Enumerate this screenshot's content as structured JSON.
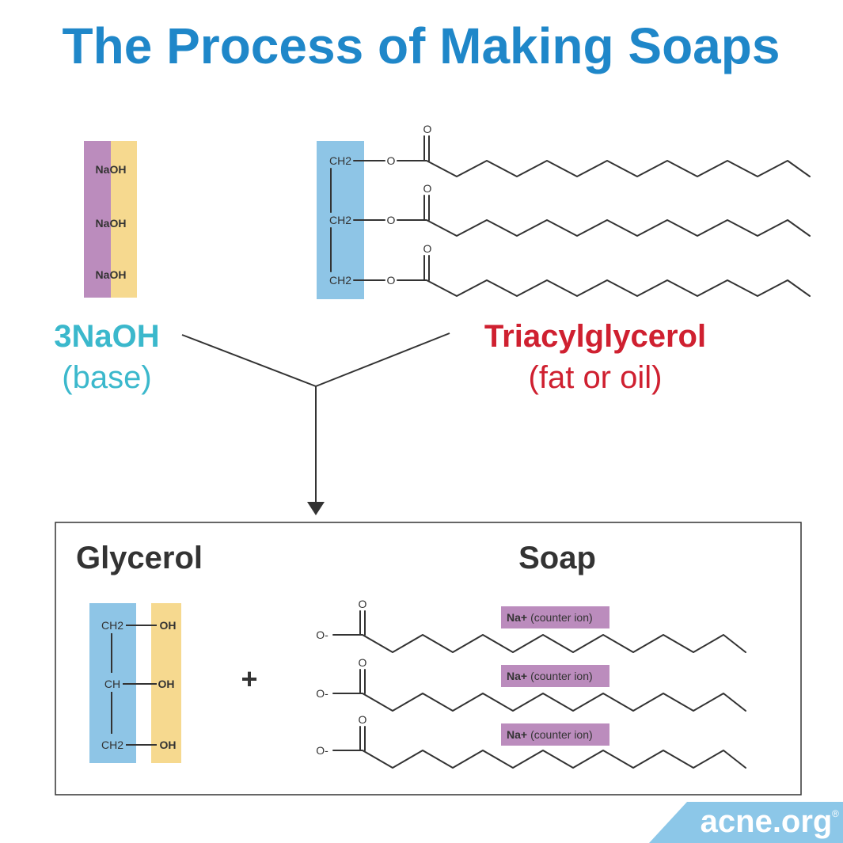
{
  "title": "The Process of Making Soaps",
  "colors": {
    "title_blue": "#1f87c9",
    "base_cyan": "#3bb8cc",
    "fat_red": "#cf2030",
    "glycerol_blue": "#8ec5e6",
    "hydroxyl_yellow": "#f6d98f",
    "sodium_purple": "#bb8cbd",
    "ink": "#333333",
    "logo_blue": "#8cc7e8"
  },
  "reactants": {
    "base": {
      "formula": "3NaOH",
      "caption": "(base)",
      "units": [
        "NaOH",
        "NaOH",
        "NaOH"
      ]
    },
    "fat": {
      "name": "Triacylglycerol",
      "caption": "(fat or oil)",
      "backbone": [
        "CH2",
        "CH2",
        "CH2"
      ],
      "ester_oxygen": "O",
      "carbonyl_oxygen": "O"
    }
  },
  "products": {
    "glycerol": {
      "heading": "Glycerol",
      "backbone": [
        "CH2",
        "CH",
        "CH2"
      ],
      "hydroxyl": [
        "OH",
        "OH",
        "OH"
      ]
    },
    "plus": "+",
    "soap": {
      "heading": "Soap",
      "anion_oxygen": "O-",
      "carbonyl_oxygen": "O",
      "counter_ion_symbol": "Na+",
      "counter_ion_caption": "(counter ion)"
    }
  },
  "logo": {
    "text": "acne.org",
    "mark": "®"
  }
}
